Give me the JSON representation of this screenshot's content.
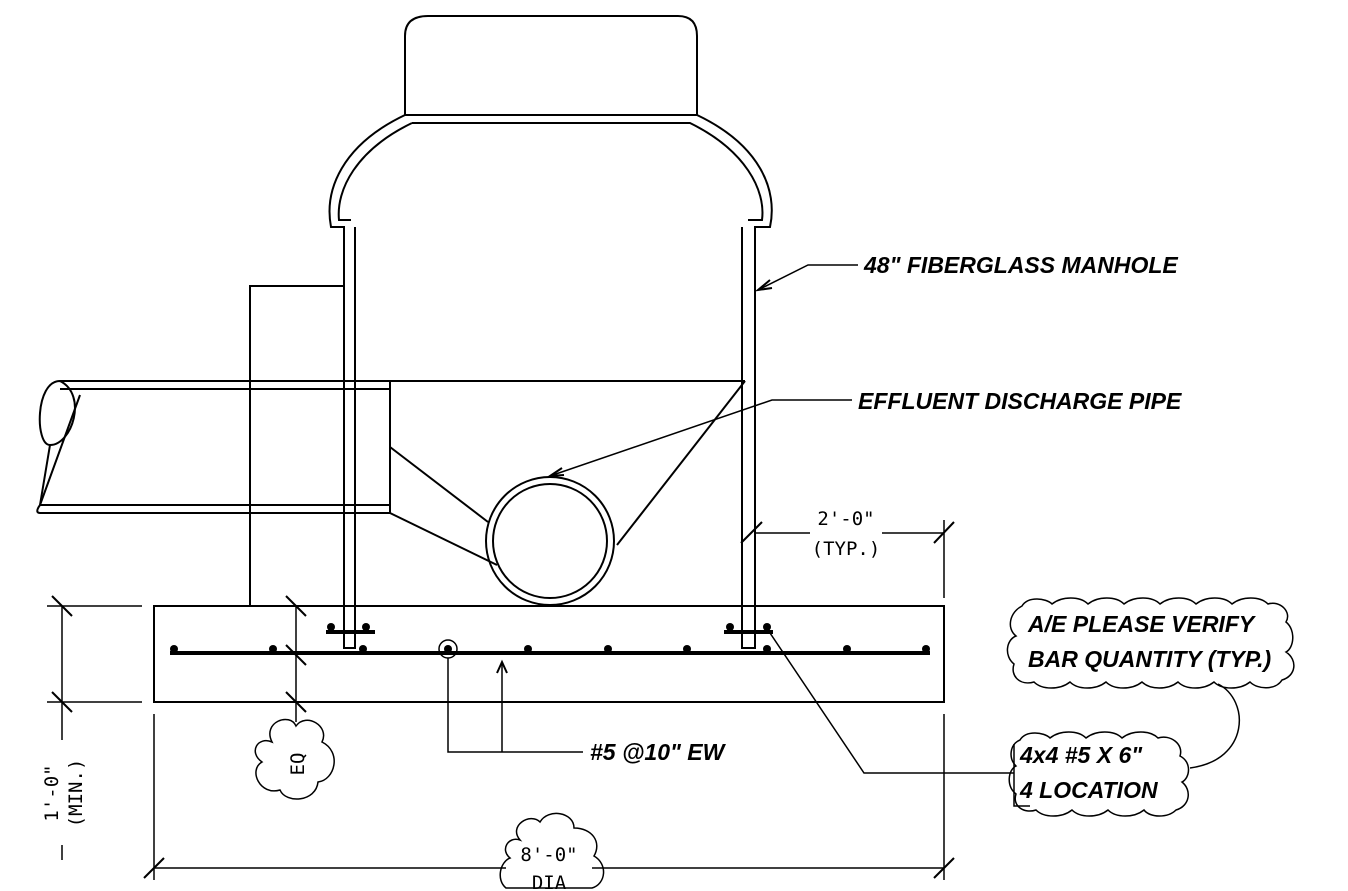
{
  "labels": {
    "manhole": "48\" FIBERGLASS MANHOLE",
    "effluent_pipe": "EFFLUENT DISCHARGE PIPE",
    "rebar": "#5 @10\" EW",
    "verify_note_line1": "A/E PLEASE VERIFY",
    "verify_note_line2": "BAR QUANTITY (TYP.)",
    "bar_spec_line1": "4x4 #5 X 6\"",
    "bar_spec_line2": "4 LOCATION"
  },
  "dimensions": {
    "edge_distance_value": "2'-0\"",
    "edge_distance_note": "(TYP.)",
    "thickness_value": "1'-0\"",
    "thickness_note": "(MIN.)",
    "equal_spacing": "EQ",
    "diameter_value": "8'-0\"",
    "diameter_note": "DIA"
  }
}
